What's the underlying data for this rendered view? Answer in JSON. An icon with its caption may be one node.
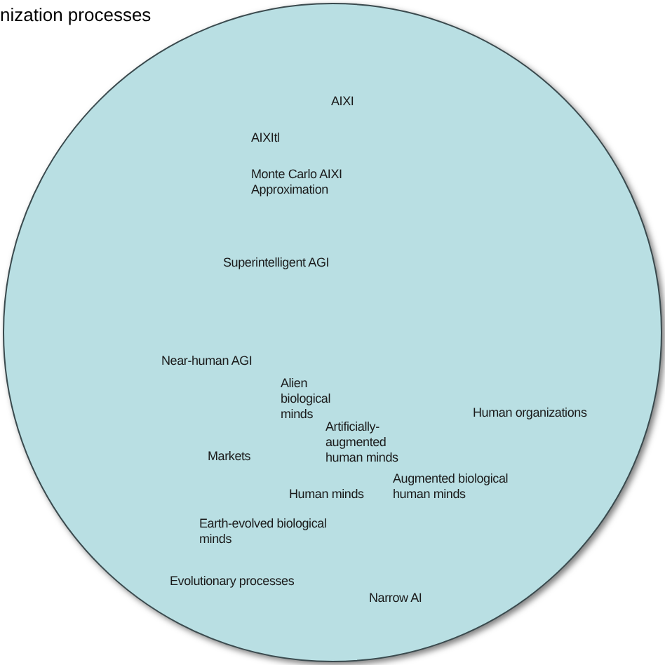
{
  "diagram": {
    "title": "nization processes",
    "nodes": [
      {
        "text": [
          "AIXI",
          "AIXItl",
          "Monte Carlo AIXI Approximation",
          "Superintelligent AGI",
          "Near-human AGI",
          "Alien biological minds",
          "Artificially-augmented human minds",
          "Human organizations",
          "Markets",
          "Human minds",
          "Augmented biological human minds",
          "Earth-evolved biological minds",
          "Evolutionary processes",
          "Narrow AI"
        ]
      }
    ]
  }
}
